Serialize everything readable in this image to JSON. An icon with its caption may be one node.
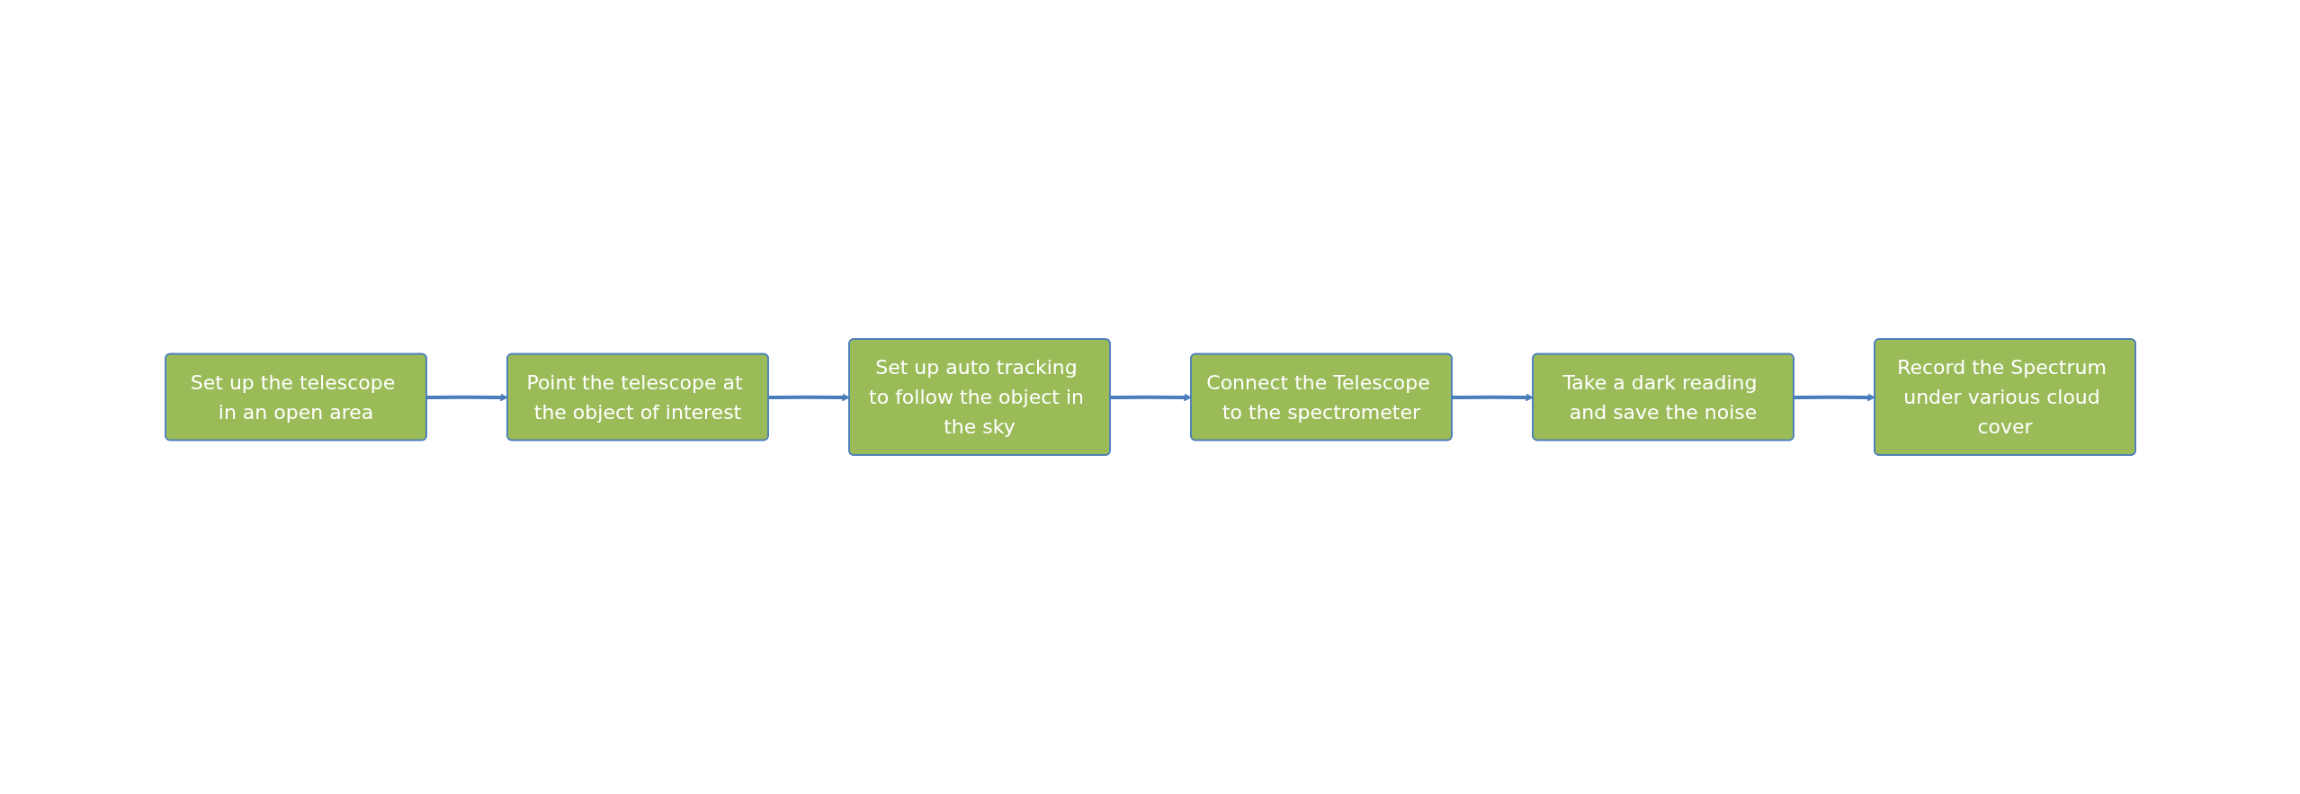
{
  "diagram": {
    "nodes": [
      {
        "text": [
          "Set up the telescope in an open area"
        ]
      },
      {
        "text": [
          "Connect the Telescope to the spectrometer"
        ]
      },
      {
        "text": [
          "Take a dark reading and save the noise"
        ]
      },
      {
        "text": [
          "Point the telescope at the object of interest"
        ]
      },
      {
        "text": [
          "Set up auto tracking to follow the object in the sky"
        ]
      },
      {
        "text": [
          "Record the Spectrum under various cloud cover"
        ]
      }
    ],
    "edges": [
      {
        "from": 0,
        "to": 3,
        "arrow": "to"
      },
      {
        "from": 3,
        "to": 4,
        "arrow": "to"
      },
      {
        "from": 4,
        "to": 1,
        "arrow": "to"
      },
      {
        "from": 1,
        "to": 2,
        "arrow": "to"
      },
      {
        "from": 2,
        "to": 5,
        "arrow": "to"
      }
    ]
  }
}
